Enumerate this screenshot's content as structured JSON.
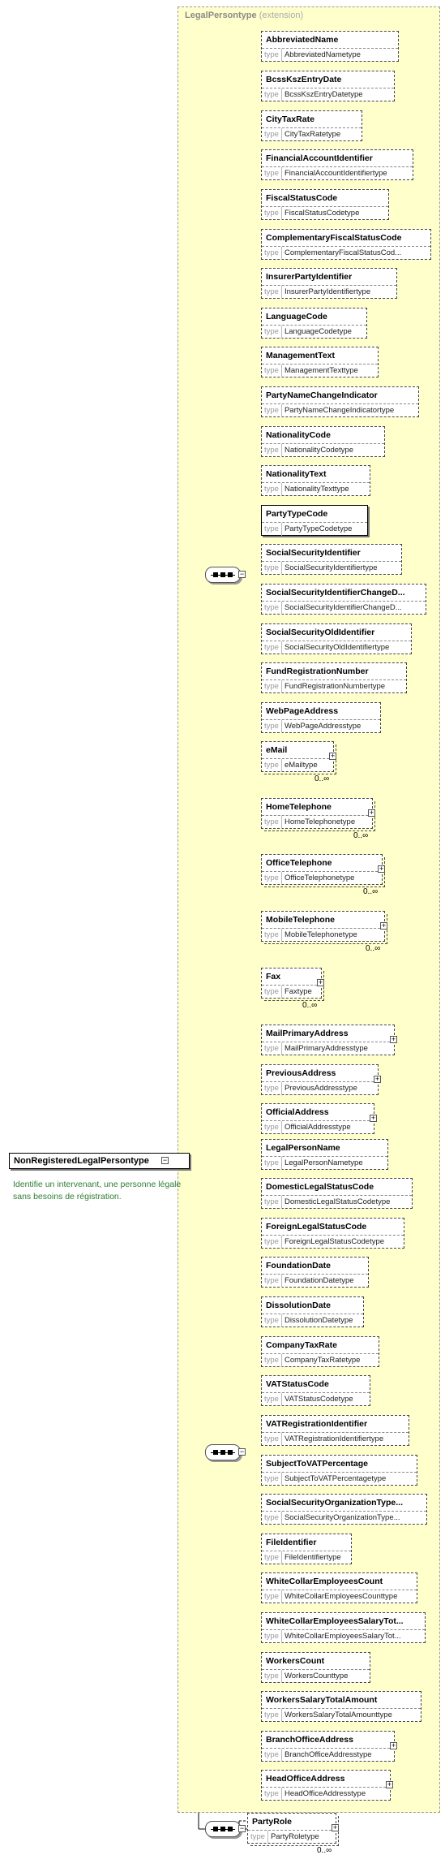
{
  "root": {
    "name": "NonRegisteredLegalPersontype",
    "documentation": "Identifie un intervenant, une personne légale sans besoins de régistration."
  },
  "extension": {
    "name": "LegalPersontype",
    "label": "(extension)"
  },
  "type_prefix": "type",
  "group1": [
    {
      "name": "AbbreviatedName",
      "type": "AbbreviatedNametype"
    },
    {
      "name": "BcssKszEntryDate",
      "type": "BcssKszEntryDatetype"
    },
    {
      "name": "CityTaxRate",
      "type": "CityTaxRatetype"
    },
    {
      "name": "FinancialAccountIdentifier",
      "type": "FinancialAccountIdentifiertype"
    },
    {
      "name": "FiscalStatusCode",
      "type": "FiscalStatusCodetype"
    },
    {
      "name": "ComplementaryFiscalStatusCode",
      "type": "ComplementaryFiscalStatusCod..."
    },
    {
      "name": "InsurerPartyIdentifier",
      "type": "InsurerPartyIdentifiertype"
    },
    {
      "name": "LanguageCode",
      "type": "LanguageCodetype"
    },
    {
      "name": "ManagementText",
      "type": "ManagementTexttype"
    },
    {
      "name": "PartyNameChangeIndicator",
      "type": "PartyNameChangeIndicatortype"
    },
    {
      "name": "NationalityCode",
      "type": "NationalityCodetype"
    },
    {
      "name": "NationalityText",
      "type": "NationalityTexttype"
    },
    {
      "name": "PartyTypeCode",
      "type": "PartyTypeCodetype",
      "required": true
    },
    {
      "name": "SocialSecurityIdentifier",
      "type": "SocialSecurityIdentifiertype"
    },
    {
      "name": "SocialSecurityIdentifierChangeD...",
      "type": "SocialSecurityIdentifierChangeD..."
    },
    {
      "name": "SocialSecurityOldIdentifier",
      "type": "SocialSecurityOldIdentifiertype"
    },
    {
      "name": "FundRegistrationNumber",
      "type": "FundRegistrationNumbertype"
    },
    {
      "name": "WebPageAddress",
      "type": "WebPageAddresstype"
    },
    {
      "name": "eMail",
      "type": "eMailtype",
      "cardinality": "0..∞",
      "expand": true
    },
    {
      "name": "HomeTelephone",
      "type": "HomeTelephonetype",
      "cardinality": "0..∞",
      "expand": true
    },
    {
      "name": "OfficeTelephone",
      "type": "OfficeTelephonetype",
      "cardinality": "0..∞",
      "expand": true
    },
    {
      "name": "MobileTelephone",
      "type": "MobileTelephonetype",
      "cardinality": "0..∞",
      "expand": true
    },
    {
      "name": "Fax",
      "type": "Faxtype",
      "cardinality": "0..∞",
      "expand": true
    },
    {
      "name": "MailPrimaryAddress",
      "type": "MailPrimaryAddresstype",
      "expand": true
    },
    {
      "name": "PreviousAddress",
      "type": "PreviousAddresstype",
      "expand": true
    },
    {
      "name": "OfficialAddress",
      "type": "OfficialAddresstype",
      "expand": true
    }
  ],
  "group2": [
    {
      "name": "LegalPersonName",
      "type": "LegalPersonNametype"
    },
    {
      "name": "DomesticLegalStatusCode",
      "type": "DomesticLegalStatusCodetype"
    },
    {
      "name": "ForeignLegalStatusCode",
      "type": "ForeignLegalStatusCodetype"
    },
    {
      "name": "FoundationDate",
      "type": "FoundationDatetype"
    },
    {
      "name": "DissolutionDate",
      "type": "DissolutionDatetype"
    },
    {
      "name": "CompanyTaxRate",
      "type": "CompanyTaxRatetype"
    },
    {
      "name": "VATStatusCode",
      "type": "VATStatusCodetype"
    },
    {
      "name": "VATRegistrationIdentifier",
      "type": "VATRegistrationIdentifiertype"
    },
    {
      "name": "SubjectToVATPercentage",
      "type": "SubjectToVATPercentagetype"
    },
    {
      "name": "SocialSecurityOrganizationType...",
      "type": "SocialSecurityOrganizationType..."
    },
    {
      "name": "FileIdentifier",
      "type": "FileIdentifiertype"
    },
    {
      "name": "WhiteCollarEmployeesCount",
      "type": "WhiteCollarEmployeesCounttype"
    },
    {
      "name": "WhiteCollarEmployeesSalaryTot...",
      "type": "WhiteCollarEmployeesSalaryTot..."
    },
    {
      "name": "WorkersCount",
      "type": "WorkersCounttype"
    },
    {
      "name": "WorkersSalaryTotalAmount",
      "type": "WorkersSalaryTotalAmounttype"
    },
    {
      "name": "BranchOfficeAddress",
      "type": "BranchOfficeAddresstype",
      "expand": true
    },
    {
      "name": "HeadOfficeAddress",
      "type": "HeadOfficeAddresstype",
      "expand": true
    }
  ],
  "group3": [
    {
      "name": "PartyRole",
      "type": "PartyRoletype",
      "cardinality": "0..∞",
      "expand": true
    }
  ]
}
